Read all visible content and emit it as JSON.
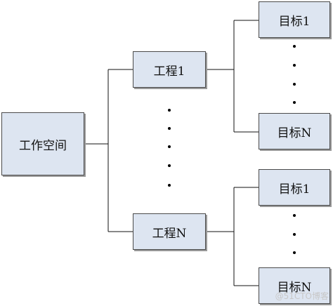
{
  "workspace": {
    "label": "工作空间"
  },
  "projects": [
    {
      "label": "工程1",
      "targets": [
        "目标1",
        "目标N"
      ]
    },
    {
      "label": "工程N",
      "targets": [
        "目标1",
        "目标N"
      ]
    }
  ],
  "watermark": "@51CTO博客"
}
